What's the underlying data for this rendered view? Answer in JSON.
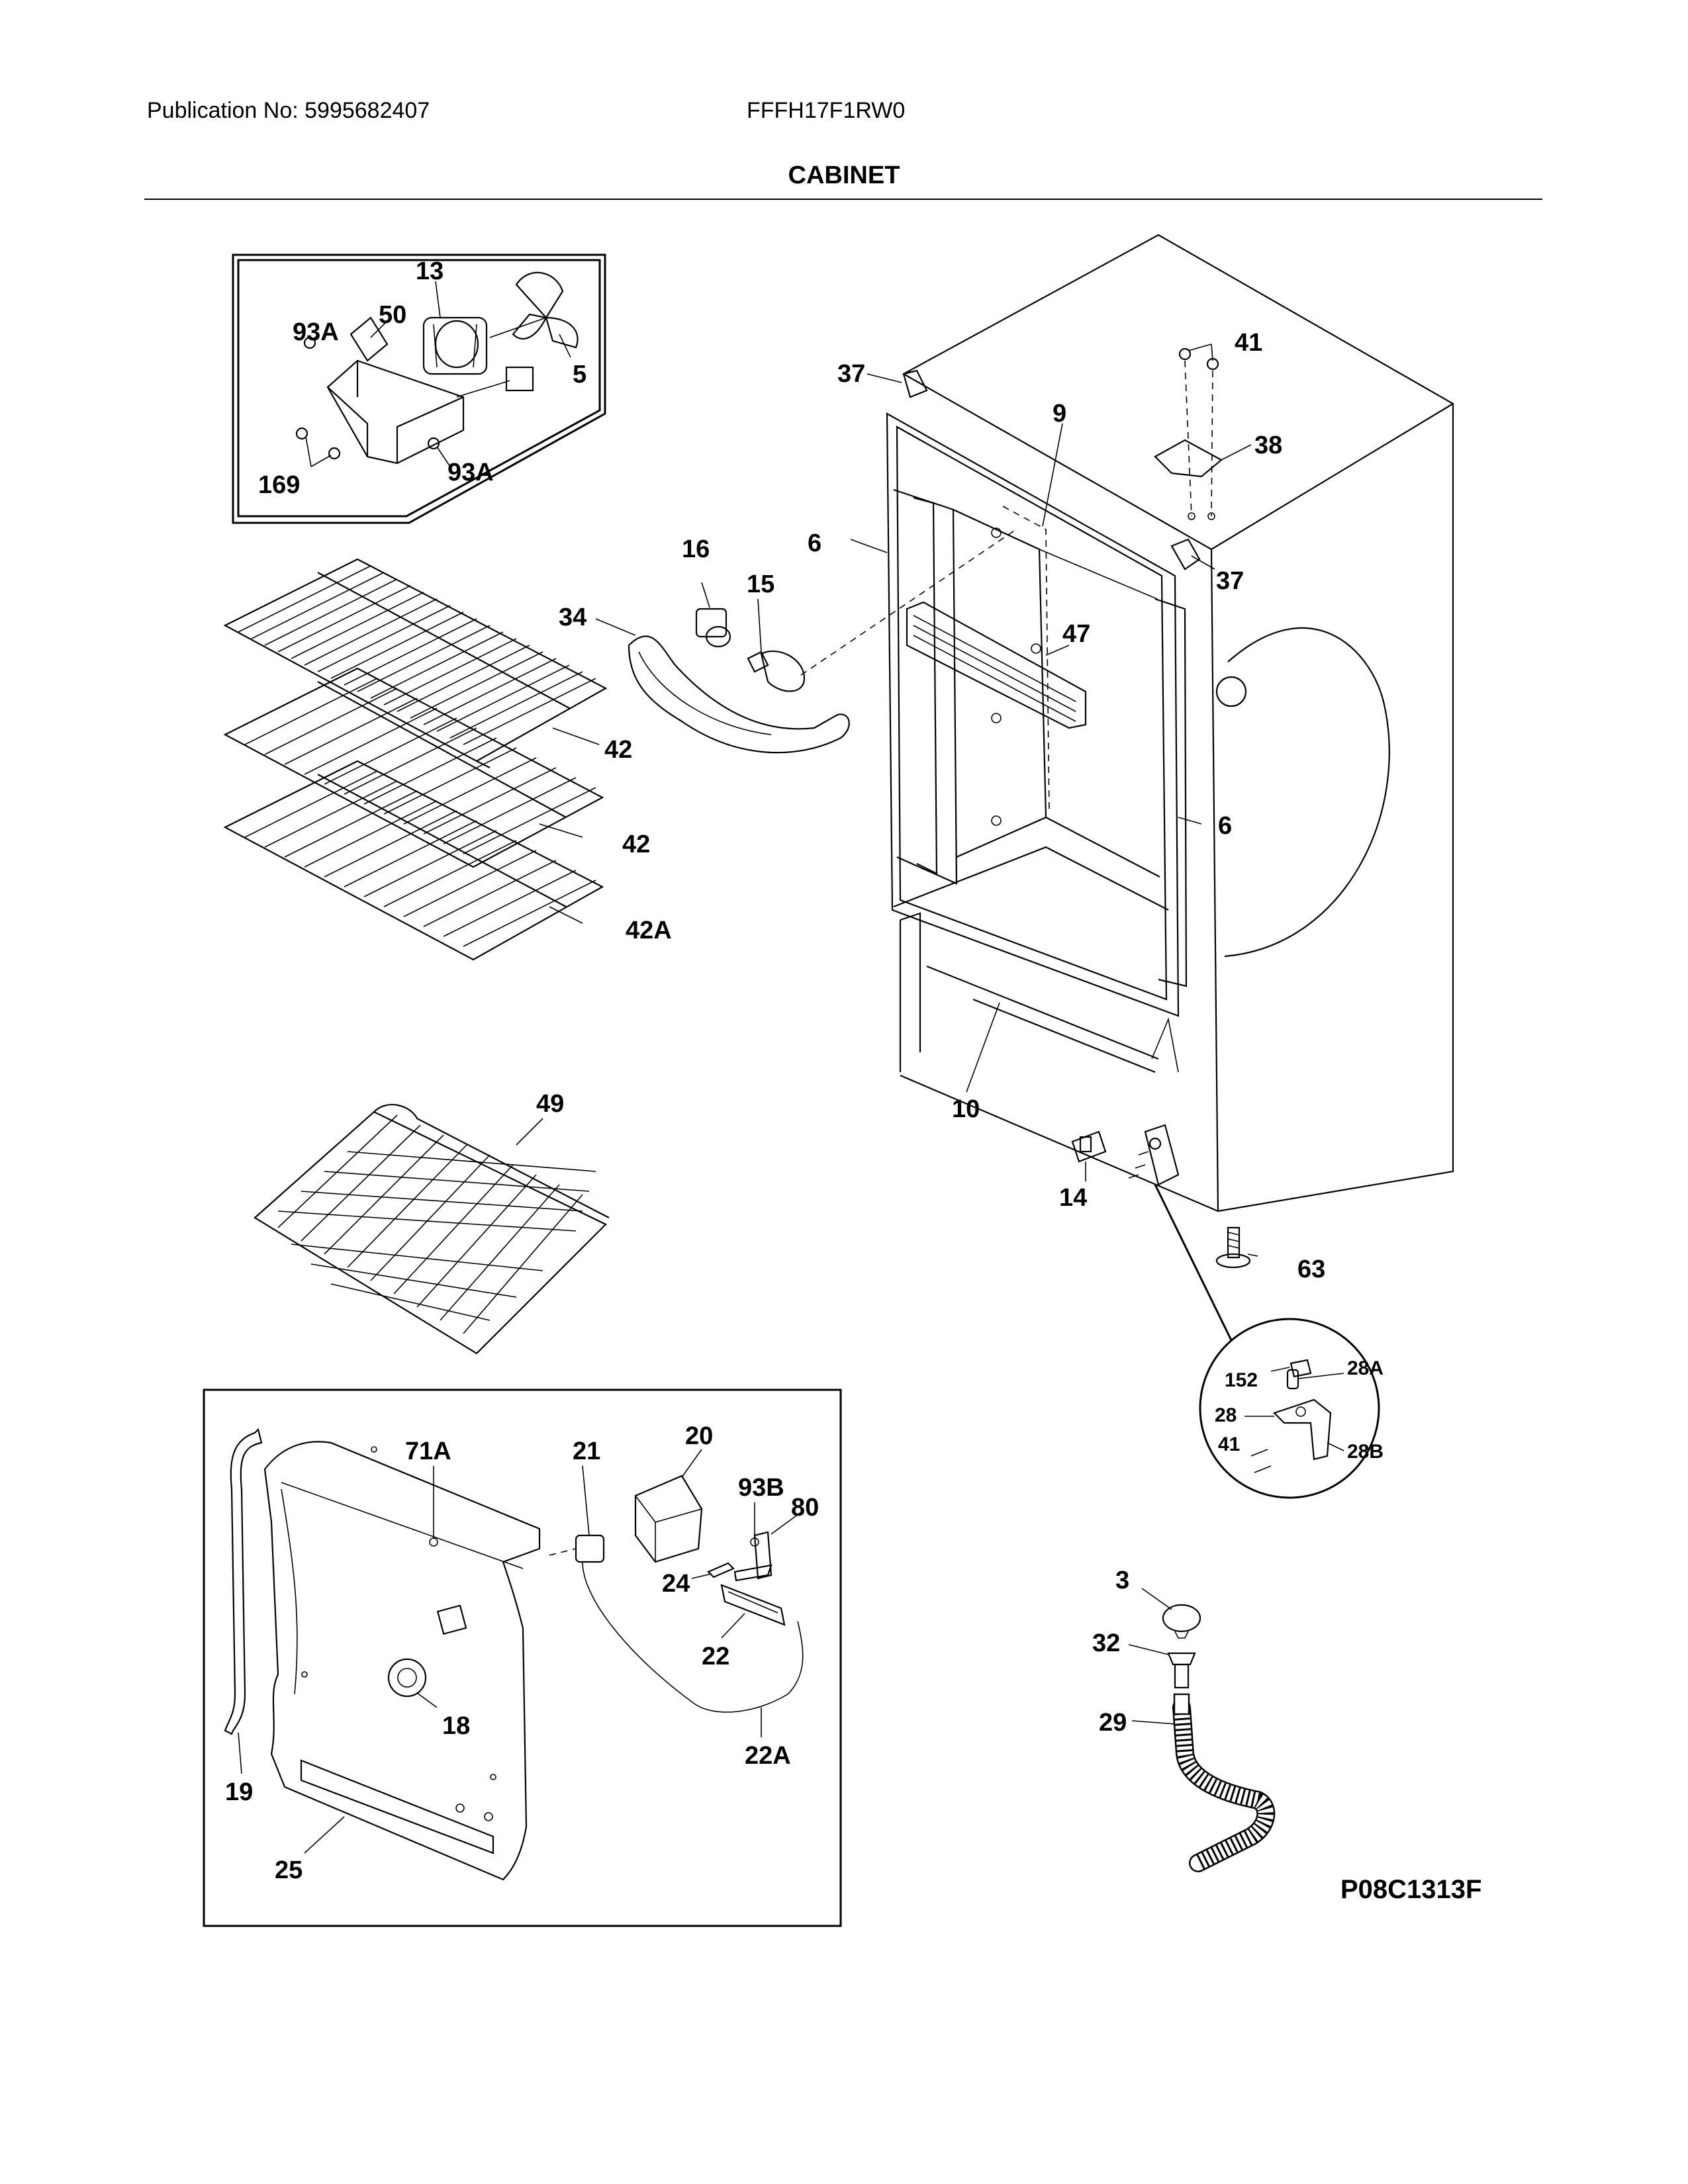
{
  "header": {
    "publication": "Publication No: 5995682407",
    "model": "FFFH17F1RW0",
    "section_title": "CABINET"
  },
  "drawing_code": "P08C1313F",
  "parts": {
    "p13": "13",
    "p50": "50",
    "p93A_top": "93A",
    "p5": "5",
    "p169": "169",
    "p93A_bottom": "93A",
    "p37_left": "37",
    "p41_top": "41",
    "p9": "9",
    "p38": "38",
    "p6_left": "6",
    "p37_right": "37",
    "p16": "16",
    "p15": "15",
    "p34": "34",
    "p47": "47",
    "p42_top": "42",
    "p42_mid": "42",
    "p42A": "42A",
    "p6_right": "6",
    "p10": "10",
    "p49": "49",
    "p14": "14",
    "p63": "63",
    "p152": "152",
    "p28A": "28A",
    "p28": "28",
    "p41_hinge": "41",
    "p28B": "28B",
    "p71A": "71A",
    "p21": "21",
    "p20": "20",
    "p93B": "93B",
    "p80": "80",
    "p24": "24",
    "p22": "22",
    "p18": "18",
    "p22A": "22A",
    "p19": "19",
    "p25": "25",
    "p3": "3",
    "p32": "32",
    "p29": "29"
  },
  "colors": {
    "line": "#000000",
    "background": "#ffffff"
  }
}
